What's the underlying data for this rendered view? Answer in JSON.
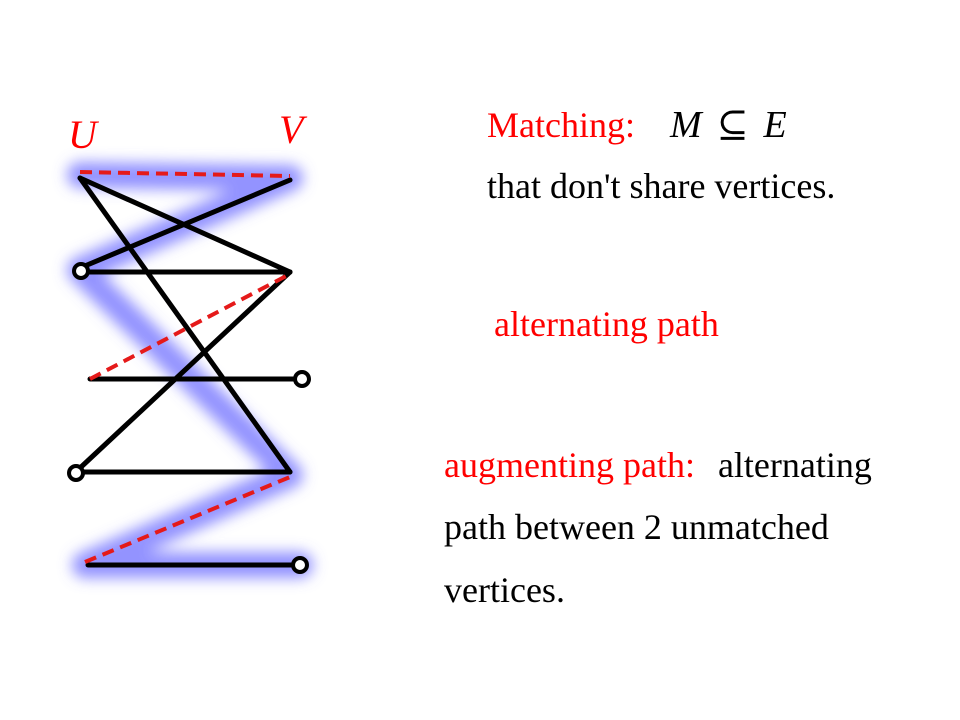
{
  "diagram": {
    "left_label": "U",
    "right_label": "V",
    "colors": {
      "edge": "#000000",
      "matching": "#e51a1a",
      "highlight": "#6f6fff",
      "label": "#ff0000"
    }
  },
  "text": {
    "matching": {
      "label": "Matching:",
      "math_left": "M",
      "math_symbol": "⊆",
      "math_right": "E",
      "description": "that don't share vertices."
    },
    "alternating": {
      "label": "alternating path"
    },
    "augmenting": {
      "label": "augmenting path:",
      "line1_rest": "alternating",
      "line2": "path between 2 unmatched",
      "line3": "vertices."
    }
  }
}
